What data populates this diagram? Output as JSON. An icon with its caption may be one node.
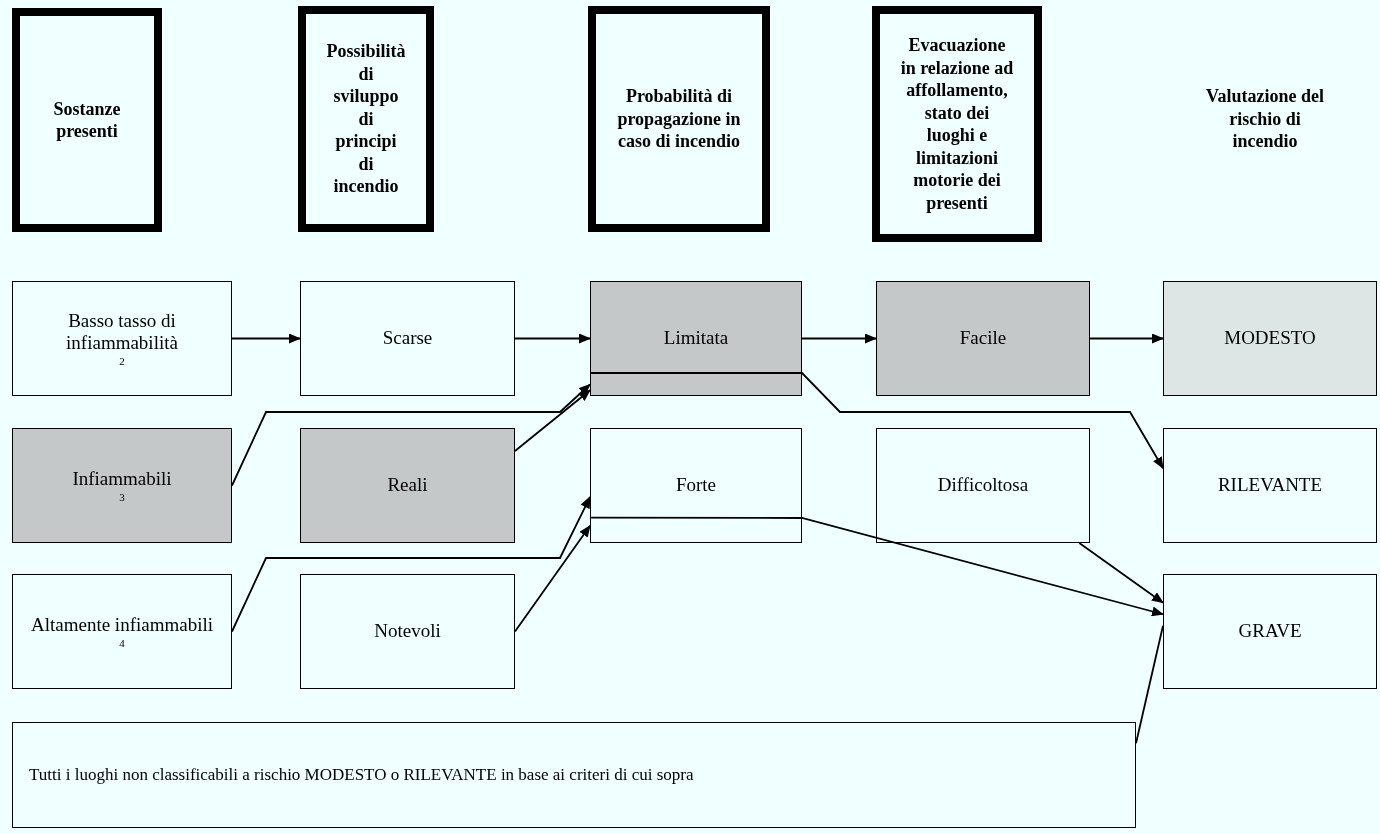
{
  "diagram": {
    "nodes": [
      {
        "text": [
          "Sostanze presenti"
        ]
      },
      {
        "text": [
          "Possibilità di sviluppo di principi di incendio"
        ]
      },
      {
        "text": [
          "Probabilità di propagazione in caso di incendio"
        ]
      },
      {
        "text": [
          "Evacuazione in relazione ad affollamento, stato dei luoghi e limitazioni motorie dei presenti"
        ]
      },
      {
        "text": [
          "Valutazione del rischio di incendio"
        ]
      },
      {
        "text": [
          "Basso tasso di infiammabilità",
          "2"
        ]
      },
      {
        "text": [
          "Scarse"
        ]
      },
      {
        "text": [
          "Limitata"
        ]
      },
      {
        "text": [
          "Facile"
        ]
      },
      {
        "text": [
          "MODESTO"
        ]
      },
      {
        "text": [
          "Infiammabili",
          "3"
        ]
      },
      {
        "text": [
          "Reali"
        ]
      },
      {
        "text": [
          "Forte"
        ]
      },
      {
        "text": [
          "Difficoltosa"
        ]
      },
      {
        "text": [
          "RILEVANTE"
        ]
      },
      {
        "text": [
          "Altamente infiammabili",
          "4"
        ]
      },
      {
        "text": [
          "Notevoli"
        ]
      },
      {
        "text": [
          "GRAVE"
        ]
      },
      {
        "text": [
          "Tutti i luoghi non classificabili a rischio MODESTO o RILEVANTE in base ai criteri di cui sopra"
        ]
      }
    ],
    "edges": [
      {
        "from": 5,
        "to": 6,
        "arrow": "to"
      },
      {
        "from": 6,
        "to": 7,
        "arrow": "to"
      },
      {
        "from": 7,
        "to": 8,
        "arrow": "to"
      },
      {
        "from": 8,
        "to": 9,
        "arrow": "to"
      },
      {
        "from": 10,
        "to": 7,
        "arrow": "to"
      },
      {
        "from": 11,
        "to": 7,
        "arrow": "to"
      },
      {
        "from": 15,
        "to": 12,
        "arrow": "to"
      },
      {
        "from": 16,
        "to": 12,
        "arrow": "to"
      },
      {
        "from": 7,
        "to": 14,
        "arrow": "to"
      },
      {
        "from": 12,
        "to": 17,
        "arrow": "to"
      },
      {
        "from": 13,
        "to": 17,
        "arrow": "to"
      },
      {
        "from": 18,
        "to": 17,
        "arrow": "none"
      }
    ]
  }
}
